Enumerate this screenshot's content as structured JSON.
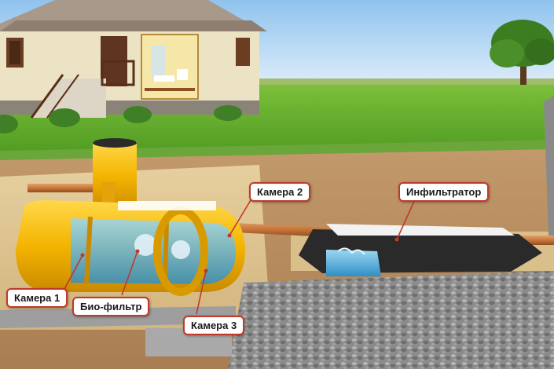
{
  "labels": {
    "chamber1": "Камера 1",
    "biofilter": "Био-фильтр",
    "chamber2": "Камера 2",
    "chamber3": "Камера 3",
    "infiltrator": "Инфильтратор"
  },
  "colors": {
    "callout_border": "#c0392b",
    "tank_yellow": "#f4b400",
    "water": "#3fa7d6",
    "pipe": "#c8763a"
  }
}
